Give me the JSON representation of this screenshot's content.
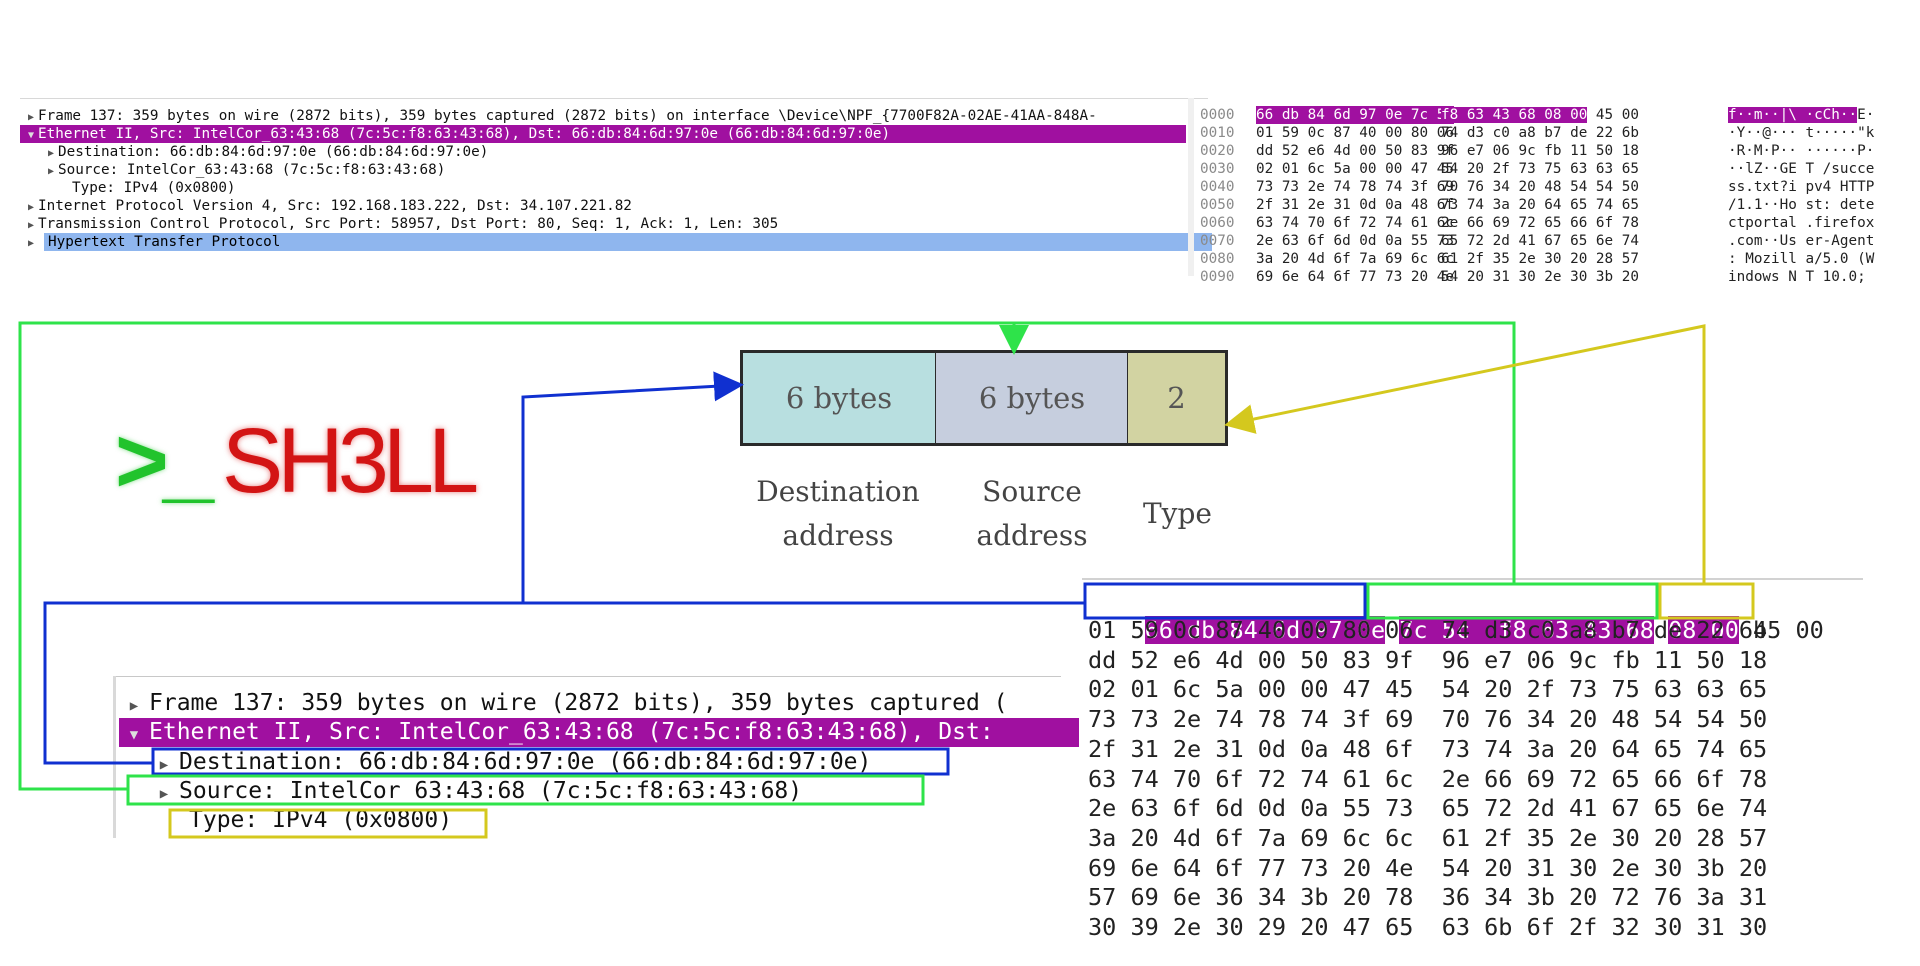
{
  "top_panel": {
    "tree": [
      "Frame 137: 359 bytes on wire (2872 bits), 359 bytes captured (2872 bits) on interface \\Device\\NPF_{7700F82A-02AE-41AA-848A-",
      "Ethernet II, Src: IntelCor_63:43:68 (7c:5c:f8:63:43:68), Dst: 66:db:84:6d:97:0e (66:db:84:6d:97:0e)",
      "Destination: 66:db:84:6d:97:0e (66:db:84:6d:97:0e)",
      "Source: IntelCor_63:43:68 (7c:5c:f8:63:43:68)",
      "Type: IPv4 (0x0800)",
      "Internet Protocol Version 4, Src: 192.168.183.222, Dst: 34.107.221.82",
      "Transmission Control Protocol, Src Port: 58957, Dst Port: 80, Seq: 1, Ack: 1, Len: 305",
      "Hypertext Transfer Protocol"
    ],
    "hex": [
      {
        "off": "0000",
        "b1": "66 db 84 6d 97 0e 7c 5c",
        "b2": "f8 63 43 68 08 00 45 00",
        "asc": "f··m··|\\ ·cCh··E·"
      },
      {
        "off": "0010",
        "b1": "01 59 0c 87 40 00 80 06",
        "b2": "74 d3 c0 a8 b7 de 22 6b",
        "asc": "·Y··@··· t·····\"k"
      },
      {
        "off": "0020",
        "b1": "dd 52 e6 4d 00 50 83 9f",
        "b2": "96 e7 06 9c fb 11 50 18",
        "asc": "·R·M·P·· ······P·"
      },
      {
        "off": "0030",
        "b1": "02 01 6c 5a 00 00 47 45",
        "b2": "54 20 2f 73 75 63 63 65",
        "asc": "··lZ··GE T /succe"
      },
      {
        "off": "0040",
        "b1": "73 73 2e 74 78 74 3f 69",
        "b2": "70 76 34 20 48 54 54 50",
        "asc": "ss.txt?i pv4 HTTP"
      },
      {
        "off": "0050",
        "b1": "2f 31 2e 31 0d 0a 48 6f",
        "b2": "73 74 3a 20 64 65 74 65",
        "asc": "/1.1··Ho st: dete"
      },
      {
        "off": "0060",
        "b1": "63 74 70 6f 72 74 61 6c",
        "b2": "2e 66 69 72 65 66 6f 78",
        "asc": "ctportal .firefox"
      },
      {
        "off": "0070",
        "b1": "2e 63 6f 6d 0d 0a 55 73",
        "b2": "65 72 2d 41 67 65 6e 74",
        "asc": ".com··Us er-Agent"
      },
      {
        "off": "0080",
        "b1": "3a 20 4d 6f 7a 69 6c 6c",
        "b2": "61 2f 35 2e 30 20 28 57",
        "asc": ": Mozill a/5.0 (W"
      },
      {
        "off": "0090",
        "b1": "69 6e 64 6f 77 73 20 4e",
        "b2": "54 20 31 30 2e 30 3b 20",
        "asc": "indows N T 10.0; "
      }
    ]
  },
  "diagram": {
    "boxes": [
      "6 bytes",
      "6 bytes",
      "2"
    ],
    "labels": {
      "dst_line1": "Destination",
      "dst_line2": "address",
      "src_line1": "Source",
      "src_line2": "address",
      "type": "Type"
    }
  },
  "logo": {
    "prompt": ">_",
    "word": "SH3LL"
  },
  "zoom_tree": [
    "Frame 137: 359 bytes on wire (2872 bits), 359 bytes captured (",
    "Ethernet II, Src: IntelCor_63:43:68 (7c:5c:f8:63:43:68), Dst: ",
    "Destination: 66:db:84:6d:97:0e (66:db:84:6d:97:0e)",
    "Source: IntelCor_63:43:68 (7c:5c:f8:63:43:68)",
    "Type: IPv4 (0x0800)"
  ],
  "zoom_hex": {
    "first": {
      "dst": "66 db 84 6d 97 0e",
      "src": "7c 5c  f8 63 43 68",
      "type": "08 00",
      "rest": " 45 00"
    },
    "rows": [
      "01 59 0c 87 40 00 80 06  74 d3 c0 a8 b7 de 22 6b",
      "dd 52 e6 4d 00 50 83 9f  96 e7 06 9c fb 11 50 18",
      "02 01 6c 5a 00 00 47 45  54 20 2f 73 75 63 63 65",
      "73 73 2e 74 78 74 3f 69  70 76 34 20 48 54 54 50",
      "2f 31 2e 31 0d 0a 48 6f  73 74 3a 20 64 65 74 65",
      "63 74 70 6f 72 74 61 6c  2e 66 69 72 65 66 6f 78",
      "2e 63 6f 6d 0d 0a 55 73  65 72 2d 41 67 65 6e 74",
      "3a 20 4d 6f 7a 69 6c 6c  61 2f 35 2e 30 20 28 57",
      "69 6e 64 6f 77 73 20 4e  54 20 31 30 2e 30 3b 20",
      "57 69 6e 36 34 3b 20 78  36 34 3b 20 72 76 3a 31",
      "30 39 2e 30 29 20 47 65  63 6b 6f 2f 32 30 31 30"
    ]
  },
  "colors": {
    "selection": "#a010a0",
    "http_selection": "#8fb6ee",
    "destination": "#1030d0",
    "source": "#2ee34a",
    "type": "#d4c81e"
  }
}
